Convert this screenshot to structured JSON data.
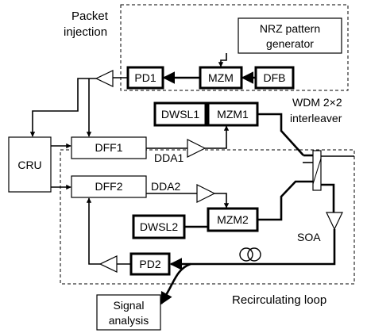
{
  "regions": {
    "packet_injection": {
      "line1": "Packet",
      "line2": "injection"
    },
    "recirculating_loop": "Recirculating loop"
  },
  "components": {
    "nrz_generator": {
      "line1": "NRZ pattern",
      "line2": "generator"
    },
    "pd1": "PD1",
    "mzm": "MZM",
    "dfb": "DFB",
    "dwsl1": "DWSL1",
    "mzm1": "MZM1",
    "wdm": {
      "line1": "WDM 2×2",
      "line2": "interleaver"
    },
    "cru": "CRU",
    "dff1": "DFF1",
    "dda1": "DDA1",
    "dff2": "DFF2",
    "dda2": "DDA2",
    "dwsl2": "DWSL2",
    "mzm2": "MZM2",
    "soa": "SOA",
    "pd2": "PD2",
    "signal_analysis": {
      "line1": "Signal",
      "line2": "analysis"
    }
  }
}
